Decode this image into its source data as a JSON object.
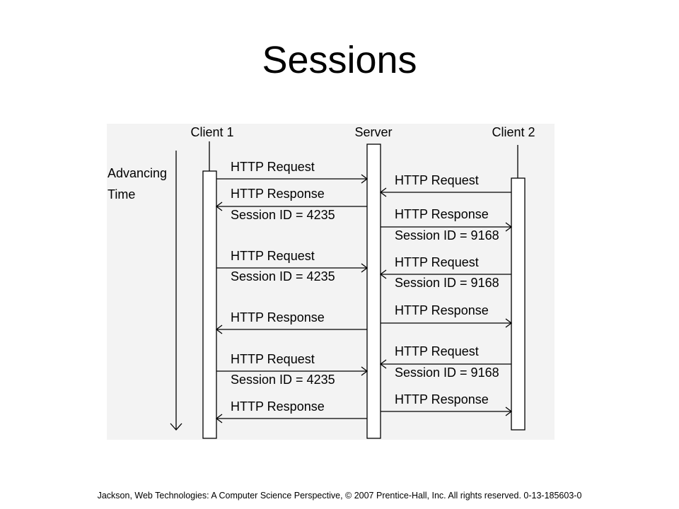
{
  "title": "Sessions",
  "diagram": {
    "participants": [
      "Client 1",
      "Server",
      "Client 2"
    ],
    "time_label": [
      "Advancing",
      "Time"
    ],
    "left_messages": [
      {
        "lines": [
          "HTTP Request"
        ],
        "direction": "to-server"
      },
      {
        "lines": [
          "HTTP Response",
          "Session ID = 4235"
        ],
        "direction": "to-client"
      },
      {
        "lines": [
          "HTTP Request",
          "Session ID = 4235"
        ],
        "direction": "to-server"
      },
      {
        "lines": [
          "HTTP Response"
        ],
        "direction": "to-client"
      },
      {
        "lines": [
          "HTTP Request",
          "Session ID = 4235"
        ],
        "direction": "to-server"
      },
      {
        "lines": [
          "HTTP Response"
        ],
        "direction": "to-client"
      }
    ],
    "right_messages": [
      {
        "lines": [
          "HTTP Request"
        ],
        "direction": "to-server"
      },
      {
        "lines": [
          "HTTP Response",
          "Session ID = 9168"
        ],
        "direction": "to-client"
      },
      {
        "lines": [
          "HTTP Request",
          "Session ID = 9168"
        ],
        "direction": "to-server"
      },
      {
        "lines": [
          "HTTP Response"
        ],
        "direction": "to-client"
      },
      {
        "lines": [
          "HTTP Request",
          "Session ID = 9168"
        ],
        "direction": "to-server"
      },
      {
        "lines": [
          "HTTP Response"
        ],
        "direction": "to-client"
      }
    ]
  },
  "footer": "Jackson, Web Technologies: A Computer Science Perspective, © 2007 Prentice-Hall, Inc. All rights reserved. 0-13-185603-0"
}
